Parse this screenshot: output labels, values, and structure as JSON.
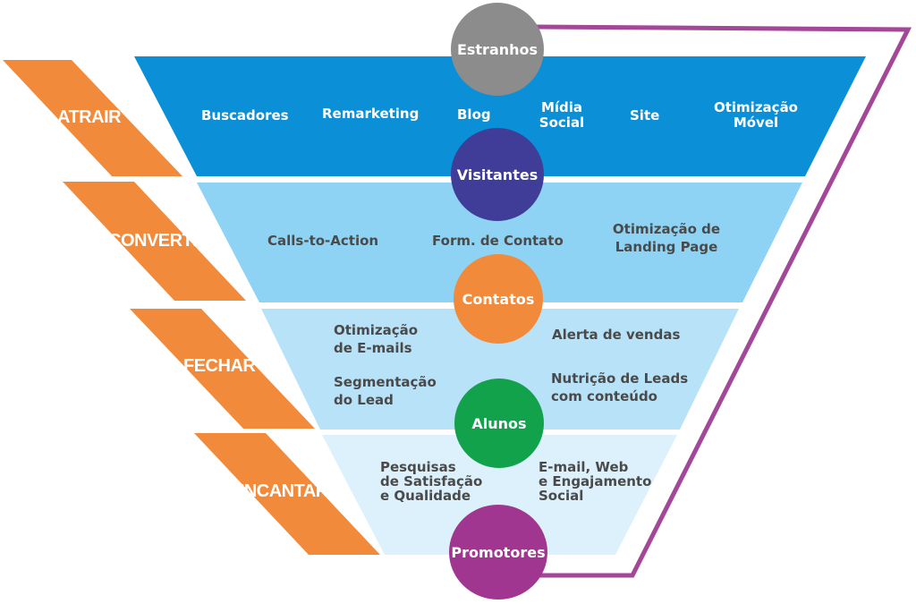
{
  "colors": {
    "orange": "#f28a3b",
    "band1": "#0b8fd6",
    "band2": "#8fd3f4",
    "band3": "#b7e2f7",
    "band4": "#dcf1fb",
    "purple_line": "#a34799",
    "stage_gray": "#8c8c8c",
    "stage_indigo": "#3f3d98",
    "stage_orange": "#f28a3b",
    "stage_green": "#12a24b",
    "stage_purple": "#a0368f"
  },
  "phases": {
    "attract": "ATRAIR",
    "convert": "CONVERTER",
    "close": "FECHAR",
    "delight": "ENCANTAR"
  },
  "stages": {
    "strangers": "Estranhos",
    "visitors": "Visitantes",
    "contacts": "Contatos",
    "students": "Alunos",
    "promoters": "Promotores"
  },
  "attract_items": {
    "search": "Buscadores",
    "remarketing": "Remarketing",
    "blog": "Blog",
    "social_1": "Mídia",
    "social_2": "Social",
    "site": "Site",
    "mobile_1": "Otimização",
    "mobile_2": "Móvel"
  },
  "convert_items": {
    "cta": "Calls-to-Action",
    "form": "Form. de Contato",
    "landing_1": "Otimização de",
    "landing_2": "Landing Page"
  },
  "close_items": {
    "email_1": "Otimização",
    "email_2": "de E-mails",
    "segment_1": "Segmentação",
    "segment_2": "do Lead",
    "alert": "Alerta de vendas",
    "nurture_1": "Nutrição de Leads",
    "nurture_2": "com conteúdo"
  },
  "delight_items": {
    "survey_1": "Pesquisas",
    "survey_2": "de Satisfação",
    "survey_3": "e Qualidade",
    "social_1": "E-mail, Web",
    "social_2": "e Engajamento",
    "social_3": "Social"
  }
}
